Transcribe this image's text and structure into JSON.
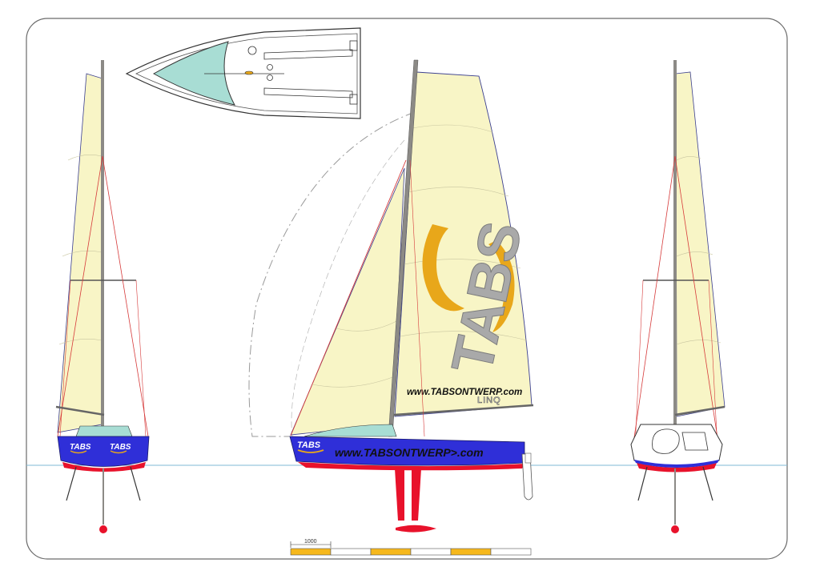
{
  "colors": {
    "sail": "#f8f5c6",
    "sail_edge": "#3b3f8f",
    "hull_blue": "#2f2fd8",
    "hull_red": "#e8122b",
    "deck": "#a8ddd4",
    "mast": "#8c8a86",
    "rigging": "#d63a3a",
    "logo_gold": "#e8a71a",
    "logo_grey": "#a9a9a9",
    "waterline": "#7fb8d6",
    "scale_yellow": "#f6b81c"
  },
  "mainsail": {
    "brand": "TABS",
    "website": "www.TABSONTWERP.com",
    "maker": "LINQ"
  },
  "hull_side": {
    "brand": "TABS",
    "website": "www.TABSONTWERP>.com"
  },
  "front_view": {
    "brand_left": "TABS",
    "brand_right": "TABS"
  },
  "scale_bar": {
    "label": "1000"
  }
}
